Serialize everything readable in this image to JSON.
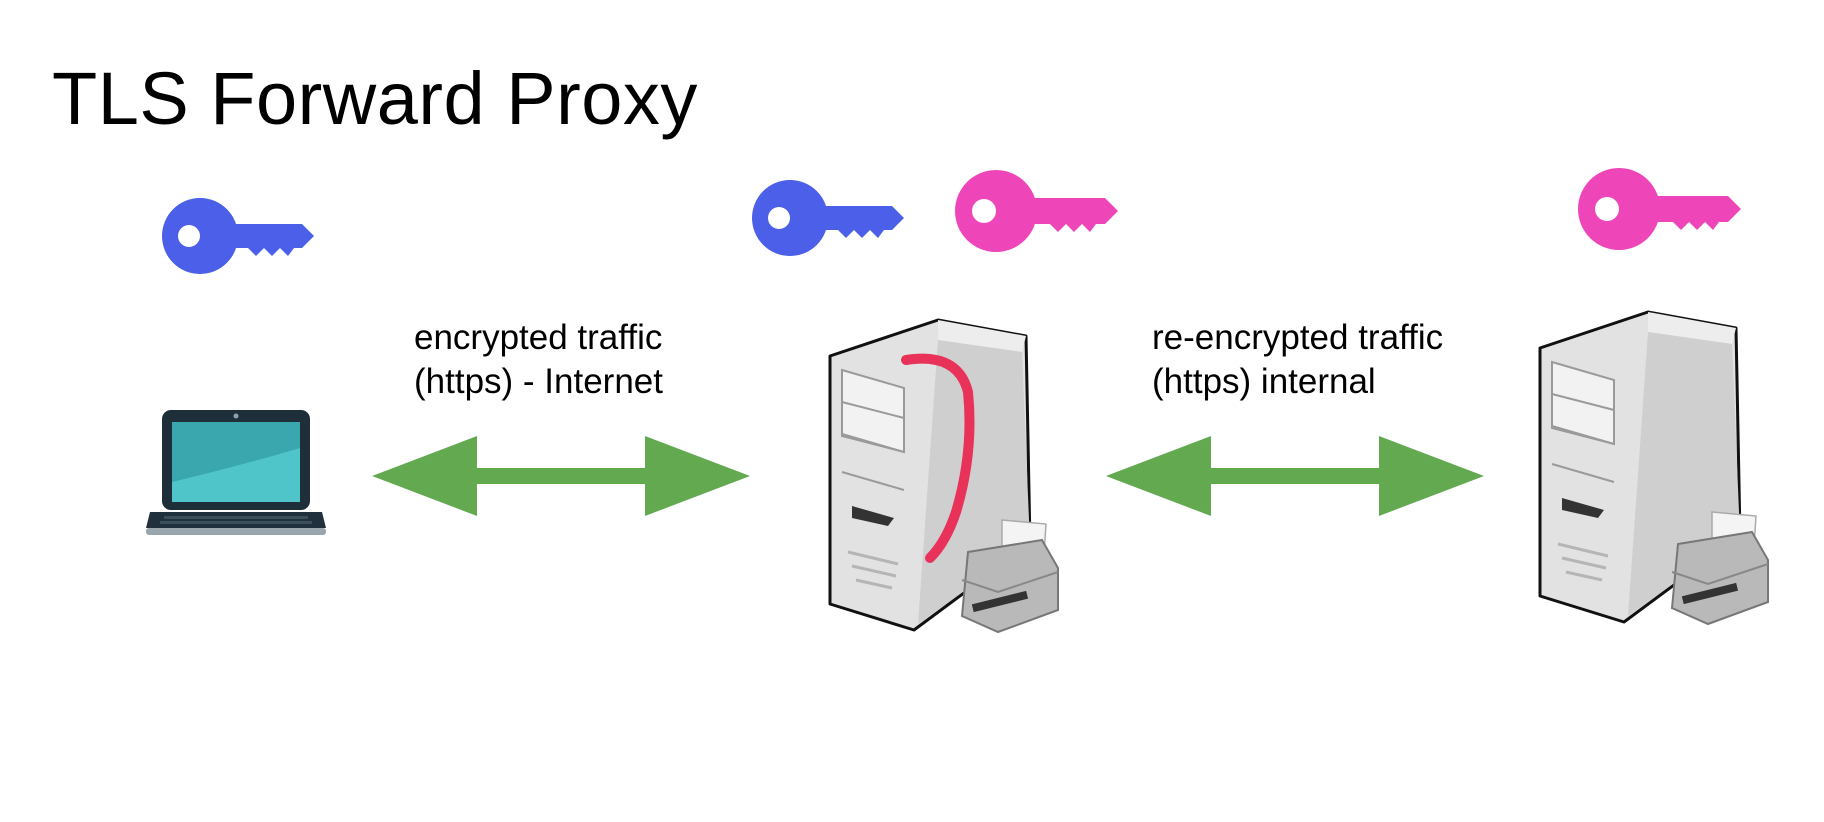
{
  "title": "TLS Forward Proxy",
  "links": [
    {
      "line1": "encrypted traffic",
      "line2": "(https) - Internet"
    },
    {
      "line1": "re-encrypted traffic",
      "line2": "(https) internal"
    }
  ],
  "nodes": [
    {
      "type": "laptop",
      "keys": [
        "blue"
      ]
    },
    {
      "type": "server",
      "keys": [
        "blue",
        "pink"
      ]
    },
    {
      "type": "server",
      "keys": [
        "pink"
      ]
    }
  ],
  "colors": {
    "key_blue": "#4b5fe8",
    "key_pink": "#ee45b8",
    "arrow": "#62a950",
    "proxy_mark": "#e8325a"
  }
}
